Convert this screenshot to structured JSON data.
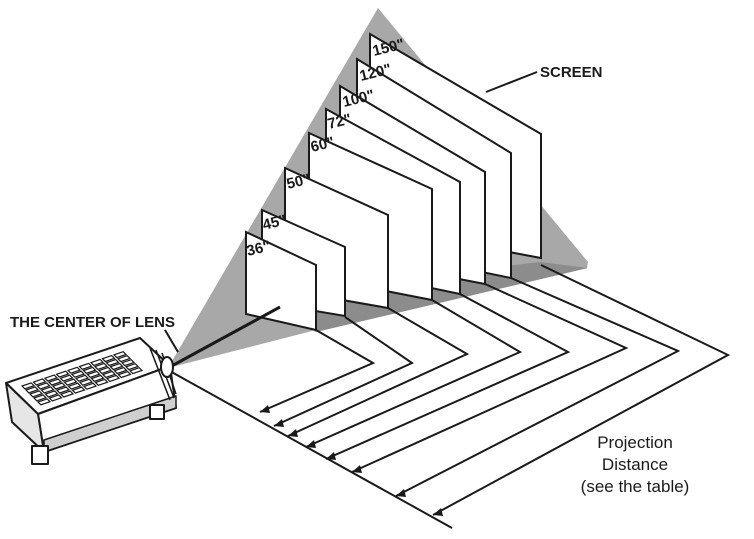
{
  "labels": {
    "screen": "SCREEN",
    "center_of_lens": "THE CENTER OF LENS",
    "distance_line1": "Projection",
    "distance_line2": "Distance",
    "distance_line3": "(see the table)"
  },
  "screen_sizes": [
    "36\"",
    "45\"",
    "50\"",
    "60\"",
    "72\"",
    "100\"",
    "120\"",
    "150\""
  ],
  "icons": {
    "projector": "projector-icon",
    "lens": "lens-icon"
  },
  "colors": {
    "shade": "#a8a8a8",
    "line": "#1a1a1a",
    "screen": "#ffffff"
  }
}
